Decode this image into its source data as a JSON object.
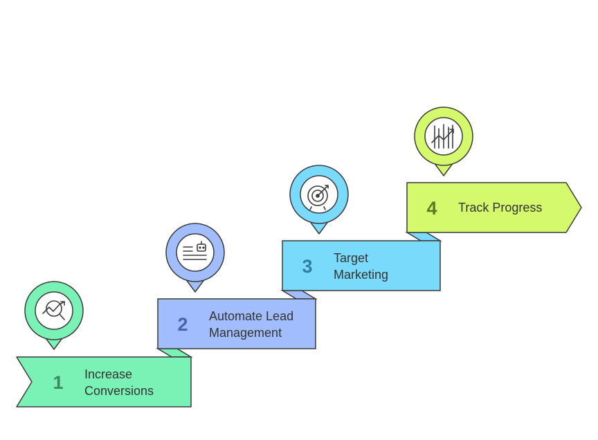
{
  "steps": [
    {
      "number": "1",
      "label_lines": [
        "Increase",
        "Conversions"
      ],
      "icon": "chart-search-icon",
      "fill": "#7af2b6",
      "text_color": "#333333",
      "num_color": "#3b8a63"
    },
    {
      "number": "2",
      "label_lines": [
        "Automate Lead",
        "Management"
      ],
      "icon": "bot-document-icon",
      "fill": "#a2bdfd",
      "text_color": "#333333",
      "num_color": "#4a64a8"
    },
    {
      "number": "3",
      "label_lines": [
        "Target",
        "Marketing"
      ],
      "icon": "target-icon",
      "fill": "#79dafc",
      "text_color": "#333333",
      "num_color": "#2e7fa0"
    },
    {
      "number": "4",
      "label_lines": [
        "Track Progress"
      ],
      "icon": "growth-chart-icon",
      "fill": "#d5f96c",
      "text_color": "#333333",
      "num_color": "#5f7a22"
    }
  ],
  "colors": {
    "stroke": "#3a3a3a",
    "icon_bg": "#ffffff"
  }
}
